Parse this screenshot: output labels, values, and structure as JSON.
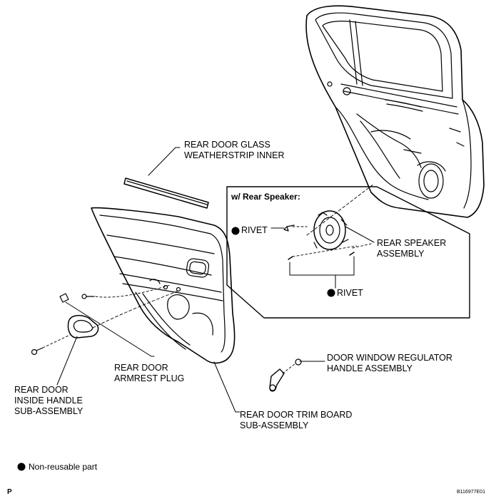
{
  "labels": {
    "glass_weatherstrip": [
      "REAR DOOR GLASS",
      "WEATHERSTRIP INNER"
    ],
    "inset_title": "w/ Rear Speaker:",
    "rivet_1": "RIVET",
    "rivet_2": "RIVET",
    "speaker": [
      "REAR SPEAKER",
      "ASSEMBLY"
    ],
    "armrest_plug": [
      "REAR DOOR",
      "ARMREST PLUG"
    ],
    "inside_handle": [
      "REAR DOOR",
      "INSIDE HANDLE",
      "SUB-ASSEMBLY"
    ],
    "regulator_handle": [
      "DOOR WINDOW REGULATOR",
      "HANDLE ASSEMBLY"
    ],
    "trim_board": [
      "REAR DOOR TRIM BOARD",
      "SUB-ASSEMBLY"
    ]
  },
  "legend": {
    "text": "Non-reusable part"
  },
  "footer": {
    "page_letter": "P",
    "figure_code": "B116977E01"
  },
  "colors": {
    "ink": "#000000",
    "background": "#ffffff"
  }
}
